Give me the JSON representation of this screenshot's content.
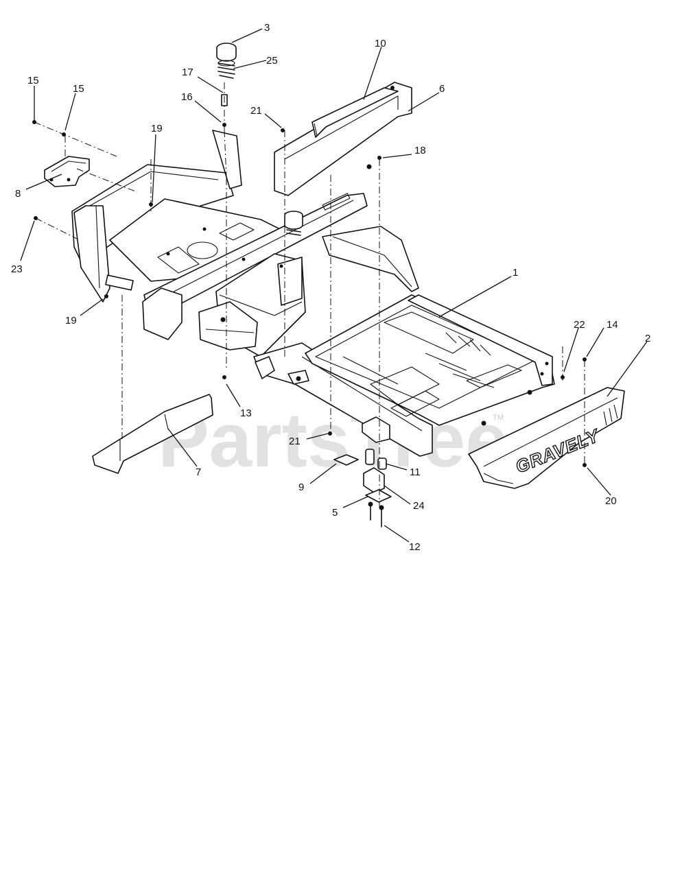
{
  "diagram": {
    "callouts": [
      {
        "id": "c1",
        "label": "1"
      },
      {
        "id": "c2",
        "label": "2"
      },
      {
        "id": "c3",
        "label": "3"
      },
      {
        "id": "c5",
        "label": "5"
      },
      {
        "id": "c6",
        "label": "6"
      },
      {
        "id": "c7",
        "label": "7"
      },
      {
        "id": "c8",
        "label": "8"
      },
      {
        "id": "c9",
        "label": "9"
      },
      {
        "id": "c10",
        "label": "10"
      },
      {
        "id": "c11",
        "label": "11"
      },
      {
        "id": "c12",
        "label": "12"
      },
      {
        "id": "c13",
        "label": "13"
      },
      {
        "id": "c14",
        "label": "14"
      },
      {
        "id": "c15a",
        "label": "15"
      },
      {
        "id": "c15b",
        "label": "15"
      },
      {
        "id": "c16",
        "label": "16"
      },
      {
        "id": "c17",
        "label": "17"
      },
      {
        "id": "c18",
        "label": "18"
      },
      {
        "id": "c19a",
        "label": "19"
      },
      {
        "id": "c19b",
        "label": "19"
      },
      {
        "id": "c20",
        "label": "20"
      },
      {
        "id": "c21a",
        "label": "21"
      },
      {
        "id": "c21b",
        "label": "21"
      },
      {
        "id": "c22",
        "label": "22"
      },
      {
        "id": "c23",
        "label": "23"
      },
      {
        "id": "c24",
        "label": "24"
      },
      {
        "id": "c25",
        "label": "25"
      }
    ],
    "brand_text": "GRAVELY",
    "watermark": {
      "text": "PartsTree",
      "tm": "TM"
    }
  }
}
